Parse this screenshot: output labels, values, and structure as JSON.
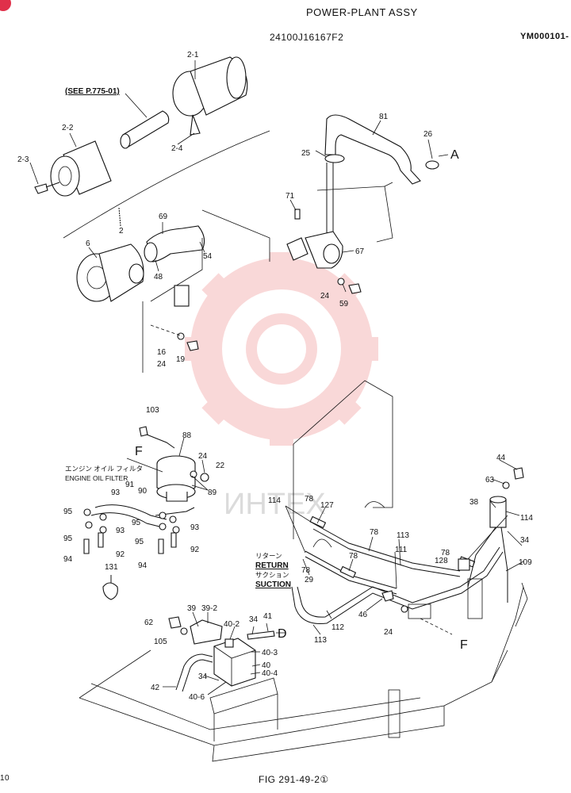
{
  "header": {
    "title": "POWER-PLANT ASSY",
    "code": "24100J16167F2",
    "page_ref": "YM000101-",
    "figure": "FIG 291-49-2①",
    "page_num": "10"
  },
  "see_ref": "(SEE P.775-01)",
  "engine_oil_filter": {
    "jp": "エンジン オイル フィルタ",
    "en": "ENGINE OIL FILTER"
  },
  "return_jp": "リターン",
  "return_en": "RETURN",
  "suction_jp": "サクション",
  "suction_en": "SUCTION",
  "watermark": "ИНТЕХ",
  "callouts": {
    "c2_1": "2-1",
    "c2_2": "2-2",
    "c2_3": "2-3",
    "c2_4": "2-4",
    "c2": "2",
    "c6": "6",
    "c69": "69",
    "c48": "48",
    "c54": "54",
    "c81": "81",
    "c25": "25",
    "c26": "26",
    "cA": "A",
    "c71": "71",
    "c67": "67",
    "c24a": "24",
    "c59": "59",
    "c16": "16",
    "c24b": "24",
    "c19": "19",
    "c103": "103",
    "c88": "88",
    "cF1": "F",
    "c24c": "24",
    "c22": "22",
    "c91": "91",
    "c93a": "93",
    "c90": "90",
    "c89": "89",
    "c95a": "95",
    "c95b": "95",
    "c93b": "93",
    "c93c": "93",
    "c95c": "95",
    "c95d": "95",
    "c92a": "92",
    "c92b": "92",
    "c94a": "94",
    "c94b": "94",
    "c131": "131",
    "c44": "44",
    "c63": "63",
    "c38": "38",
    "c114a": "114",
    "c114b": "114",
    "c78a": "78",
    "c127": "127",
    "c78b": "78",
    "c113a": "113",
    "c111": "111",
    "c78c": "78",
    "c128": "128",
    "c34a": "34",
    "c109": "109",
    "c78d": "78",
    "c29": "29",
    "c46": "46",
    "c24d": "24",
    "c112": "112",
    "c113b": "113",
    "cF2": "F",
    "c39": "39",
    "c39_2": "39-2",
    "c62": "62",
    "c105": "105",
    "c40_2": "40-2",
    "c34b": "34",
    "c41": "41",
    "cD": "D",
    "c40_3": "40-3",
    "c40": "40",
    "c40_4": "40-4",
    "c34c": "34",
    "c42": "42",
    "c40_6": "40-6"
  }
}
